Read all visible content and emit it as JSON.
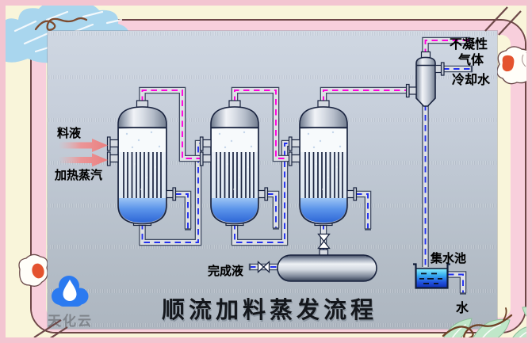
{
  "title": "顺流加料蒸发流程",
  "watermark": {
    "brand": "天化云",
    "logo": "water-drop-cloud"
  },
  "labels": {
    "feed": "料液",
    "heating_steam": "加热蒸汽",
    "noncondensable_1": "不凝性",
    "noncondensable_2": "气体",
    "cooling_water": "冷却水",
    "finished_liquid": "完成液",
    "water_pool": "集水池",
    "water": "水"
  },
  "colors": {
    "vapor_dash": "#ff00dd",
    "liquid_dash": "#2230ee",
    "feed_arrow": "#ec8181",
    "logo_blue": "#2b7af0",
    "frame_pink": "#f8cfdc",
    "panel_top": "#cfd7e2",
    "panel_bottom": "#adb6c0"
  },
  "decorations": [
    "cloud-doodle",
    "swirl-doodle",
    "sparkle-lines",
    "flower-doodle-right",
    "flower-doodle-left",
    "leaves-doodle"
  ]
}
